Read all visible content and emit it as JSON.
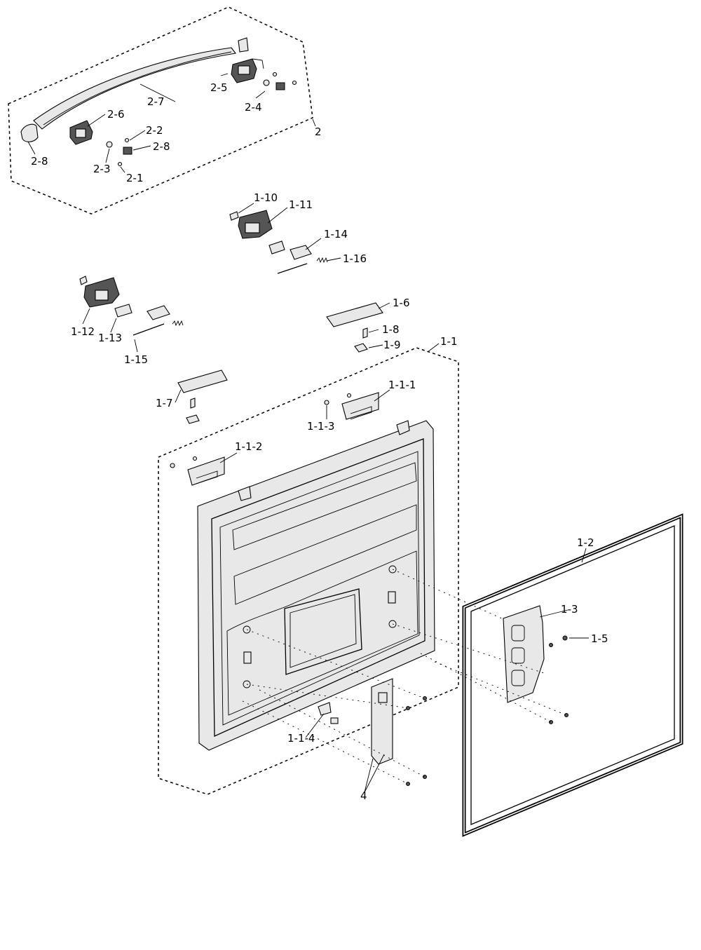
{
  "labels": {
    "l_2": "2",
    "l_2_1": "2-1",
    "l_2_2": "2-2",
    "l_2_3": "2-3",
    "l_2_4": "2-4",
    "l_2_5": "2-5",
    "l_2_6": "2-6",
    "l_2_7": "2-7",
    "l_2_8a": "2-8",
    "l_2_8b": "2-8",
    "l_1_10": "1-10",
    "l_1_11": "1-11",
    "l_1_14": "1-14",
    "l_1_16": "1-16",
    "l_1_12": "1-12",
    "l_1_13": "1-13",
    "l_1_15": "1-15",
    "l_1_6": "1-6",
    "l_1_8": "1-8",
    "l_1_9": "1-9",
    "l_1_1": "1-1",
    "l_1_7": "1-7",
    "l_1_1_1": "1-1-1",
    "l_1_1_3": "1-1-3",
    "l_1_1_2": "1-1-2",
    "l_1_2": "1-2",
    "l_1_3": "1-3",
    "l_1_5": "1-5",
    "l_1_1_4": "1-1-4",
    "l_4": "4"
  }
}
